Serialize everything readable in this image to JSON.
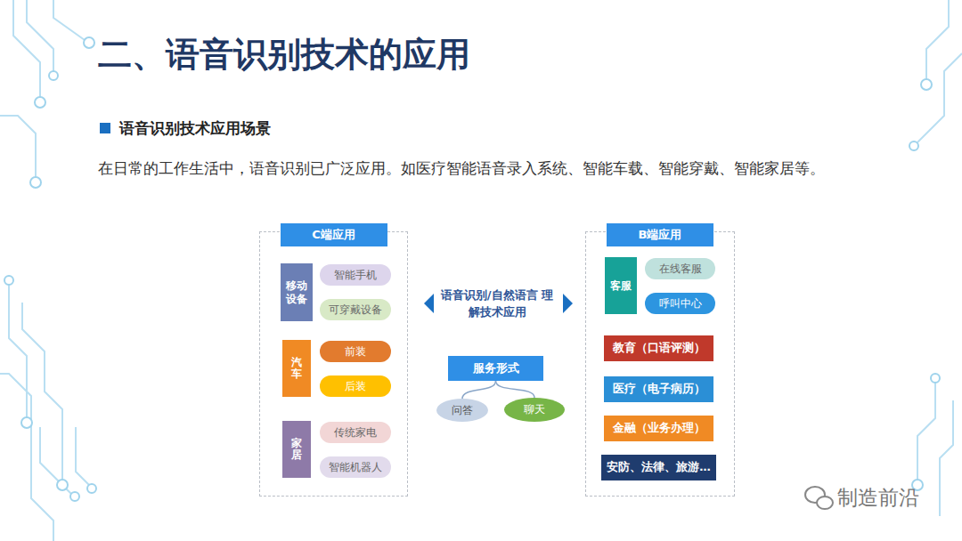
{
  "diagram": {
    "title": "二、语音识别技术的应用",
    "nodes": [
      {
        "text": [
          "C端应用"
        ]
      },
      {
        "text": [
          "移动设备"
        ],
        "in": 0
      },
      {
        "text": [
          "智能手机"
        ],
        "in": 0
      },
      {
        "text": [
          "可穿戴设备"
        ],
        "in": 0
      },
      {
        "text": [
          "汽车"
        ],
        "in": 0
      },
      {
        "text": [
          "前装"
        ],
        "in": 0
      },
      {
        "text": [
          "后装"
        ],
        "in": 0
      },
      {
        "text": [
          "家居"
        ],
        "in": 0
      },
      {
        "text": [
          "传统家电"
        ],
        "in": 0
      },
      {
        "text": [
          "智能机器人"
        ],
        "in": 0
      },
      {
        "text": [
          "服务形式"
        ]
      },
      {
        "text": [
          "问答"
        ]
      },
      {
        "text": [
          "聊天"
        ]
      },
      {
        "text": [
          "B端应用"
        ]
      },
      {
        "text": [
          "客服"
        ],
        "in": 13
      },
      {
        "text": [
          "在线客服"
        ],
        "in": 13
      },
      {
        "text": [
          "呼叫中心"
        ],
        "in": 13
      },
      {
        "text": [
          "教育（口语评测）"
        ],
        "in": 13
      },
      {
        "text": [
          "医疗（电子病历）"
        ],
        "in": 13
      },
      {
        "text": [
          "金融（业务办理）"
        ],
        "in": 13
      },
      {
        "text": [
          "安防、法律、旅游…"
        ],
        "in": 13
      }
    ],
    "edges": [
      {
        "from": 10,
        "to": 11,
        "arrow": "none"
      },
      {
        "from": 10,
        "to": 12,
        "arrow": "none"
      }
    ],
    "labels": [
      "语音识别技术应用场景",
      "在日常的工作生活中，语音识别已广泛应用。如医疗智能语音录入系统、智能车载、智能穿戴、智能家居等。",
      "语音识别/自然语言 理解技术应用",
      "制造前沿"
    ]
  }
}
